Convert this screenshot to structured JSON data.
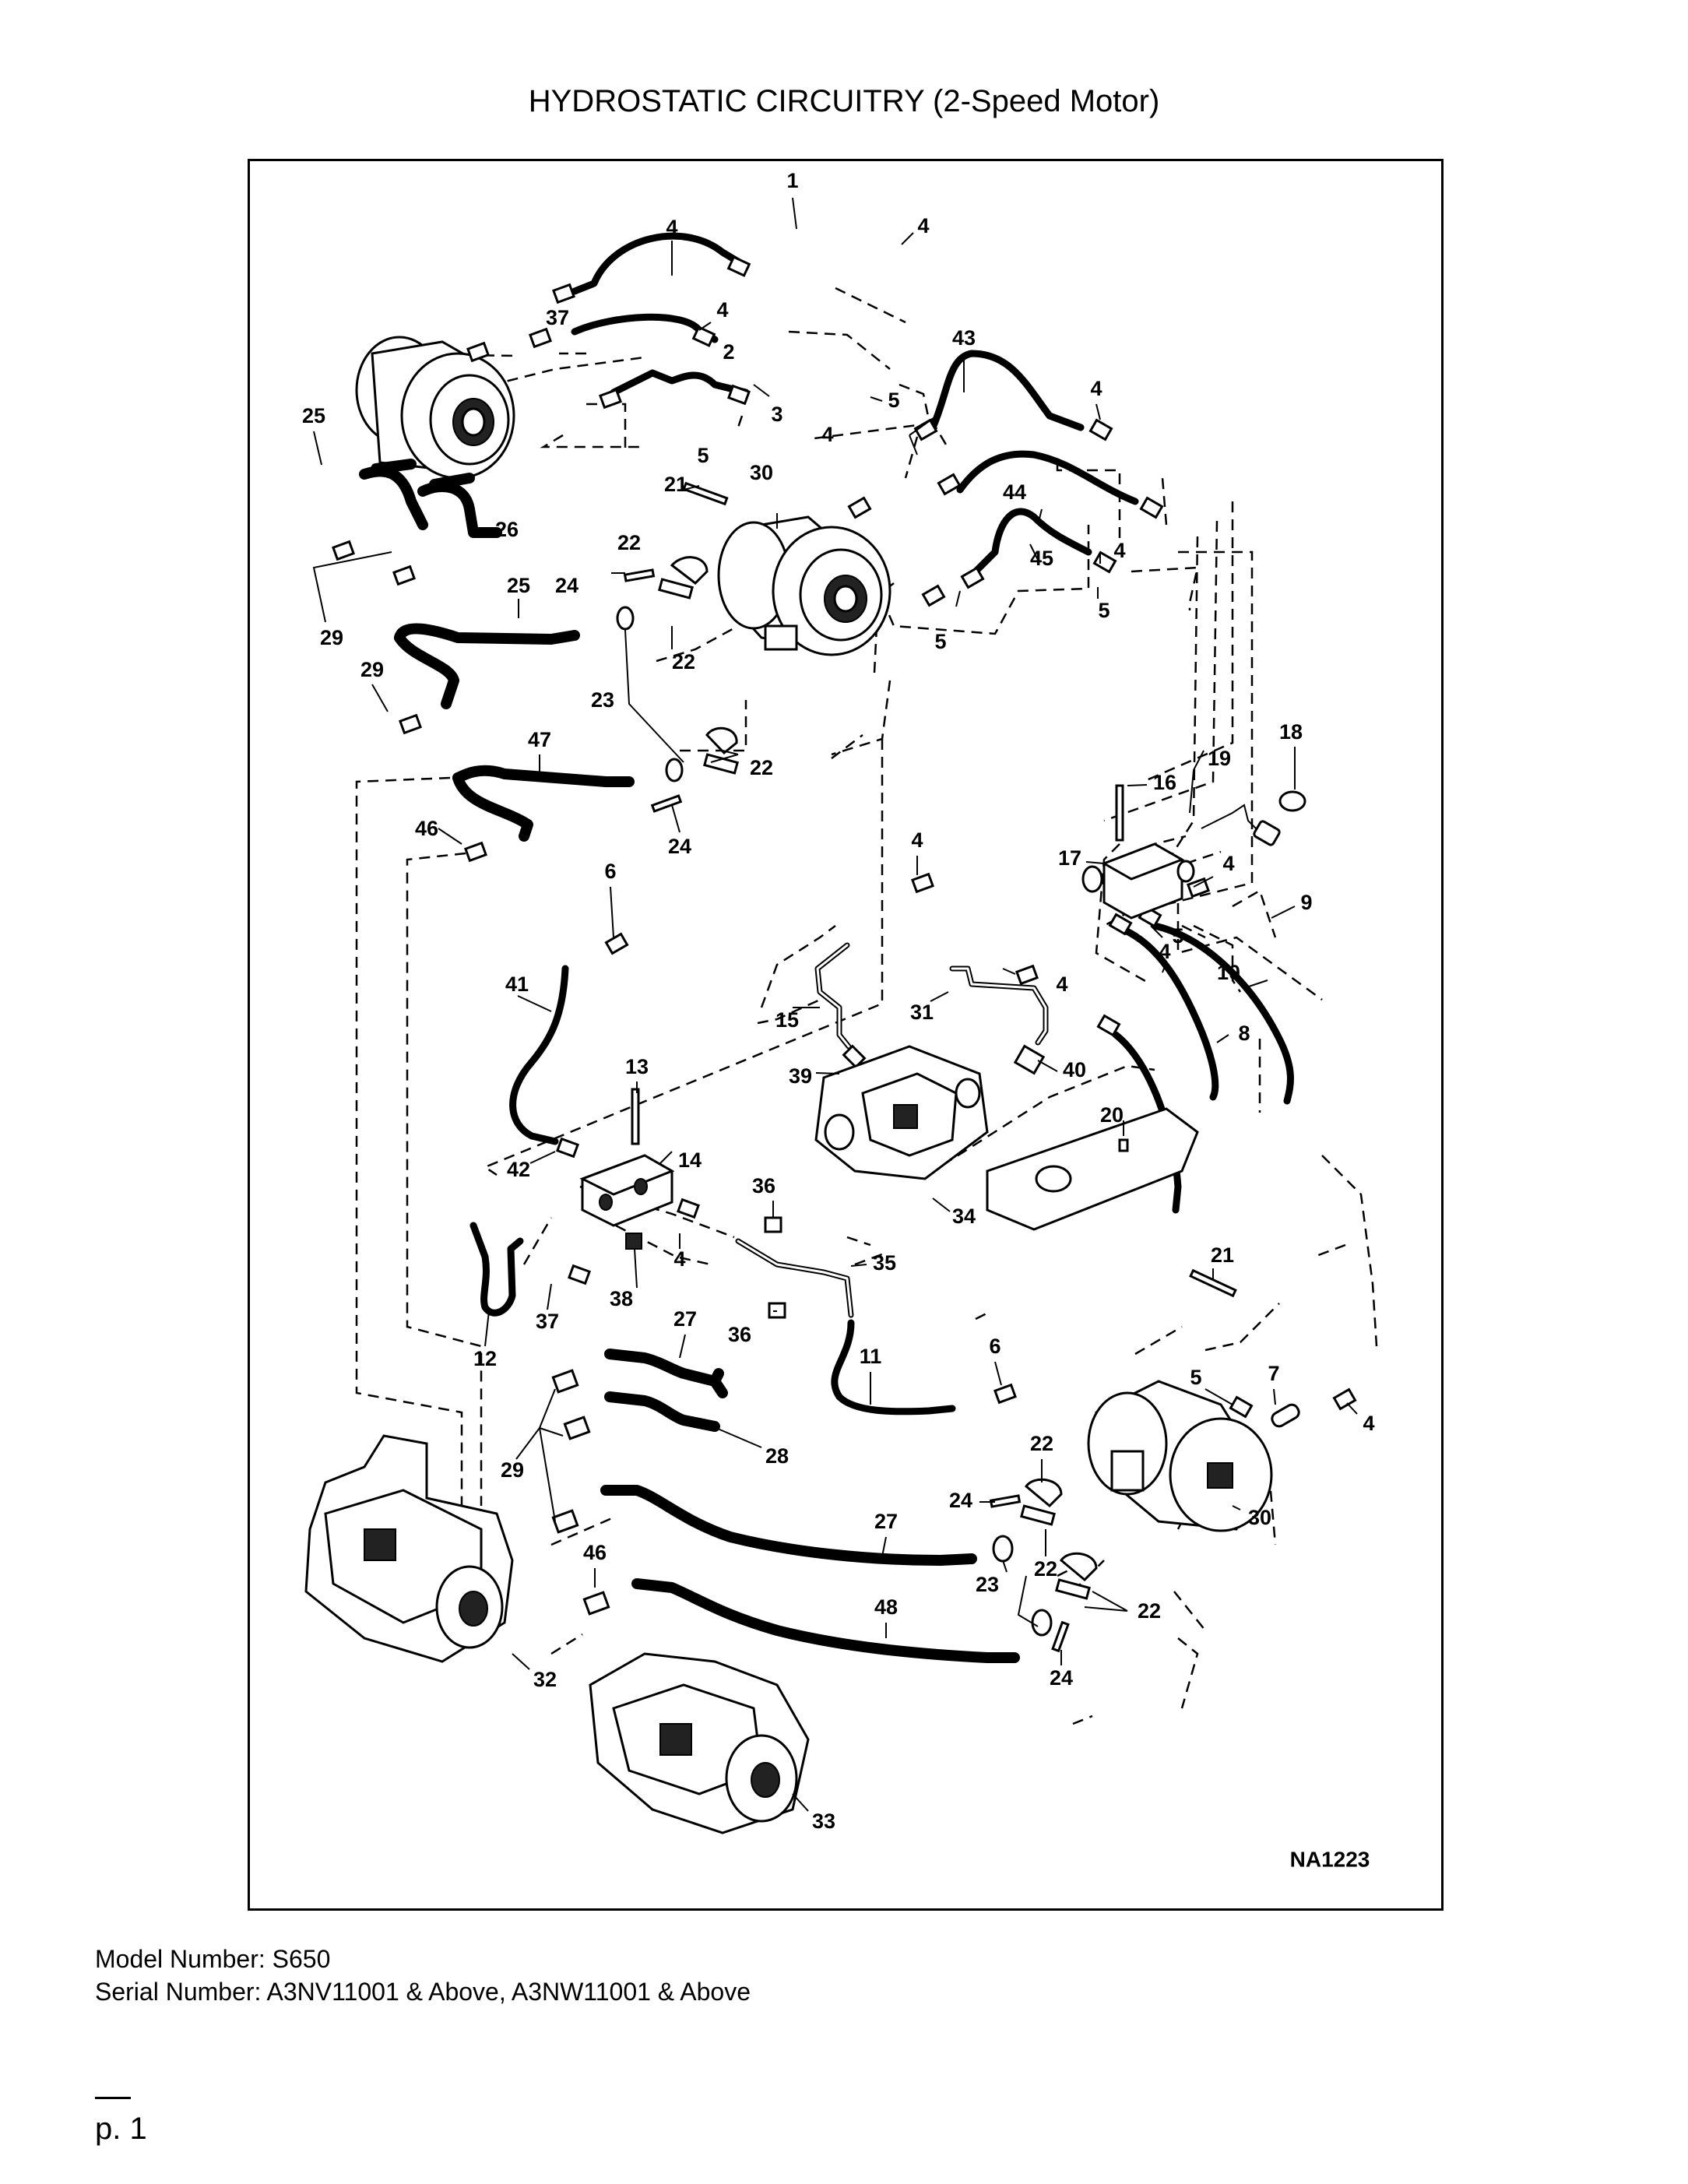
{
  "title": "HYDROSTATIC CIRCUITRY (2-Speed Motor)",
  "figure_code": "NA1223",
  "model_line": "Model Number: S650",
  "serial_line": "Serial Number: A3NV11001 & Above, A3NW11001 & Above",
  "page_label": "p. 1",
  "callouts": [
    {
      "id": "c1",
      "text": "1"
    },
    {
      "id": "c4a",
      "text": "4"
    },
    {
      "id": "c4b",
      "text": "4"
    },
    {
      "id": "c37a",
      "text": "37"
    },
    {
      "id": "c2",
      "text": "2"
    },
    {
      "id": "c4c",
      "text": "4"
    },
    {
      "id": "c43",
      "text": "43"
    },
    {
      "id": "c3",
      "text": "3"
    },
    {
      "id": "c5a",
      "text": "5"
    },
    {
      "id": "c4d",
      "text": "4"
    },
    {
      "id": "c25a",
      "text": "25"
    },
    {
      "id": "c5b",
      "text": "5"
    },
    {
      "id": "c4e",
      "text": "4"
    },
    {
      "id": "c21a",
      "text": "21"
    },
    {
      "id": "c30a",
      "text": "30"
    },
    {
      "id": "c44",
      "text": "44"
    },
    {
      "id": "c26",
      "text": "26"
    },
    {
      "id": "c22a",
      "text": "22"
    },
    {
      "id": "c45",
      "text": "45"
    },
    {
      "id": "c4f",
      "text": "4"
    },
    {
      "id": "c24a",
      "text": "24"
    },
    {
      "id": "c25b",
      "text": "25"
    },
    {
      "id": "c5c",
      "text": "5"
    },
    {
      "id": "c29a",
      "text": "29"
    },
    {
      "id": "c5d",
      "text": "5"
    },
    {
      "id": "c22b",
      "text": "22"
    },
    {
      "id": "c29b",
      "text": "29"
    },
    {
      "id": "c23a",
      "text": "23"
    },
    {
      "id": "c47",
      "text": "47"
    },
    {
      "id": "c22c",
      "text": "22"
    },
    {
      "id": "c19",
      "text": "19"
    },
    {
      "id": "c18",
      "text": "18"
    },
    {
      "id": "c16",
      "text": "16"
    },
    {
      "id": "c46a",
      "text": "46"
    },
    {
      "id": "c24b",
      "text": "24"
    },
    {
      "id": "c4g",
      "text": "4"
    },
    {
      "id": "c17",
      "text": "17"
    },
    {
      "id": "c4h",
      "text": "4"
    },
    {
      "id": "c6a",
      "text": "6"
    },
    {
      "id": "c9",
      "text": "9"
    },
    {
      "id": "c5e",
      "text": "5"
    },
    {
      "id": "c4i",
      "text": "4"
    },
    {
      "id": "c41",
      "text": "41"
    },
    {
      "id": "c4j",
      "text": "4"
    },
    {
      "id": "c10",
      "text": "10"
    },
    {
      "id": "c15",
      "text": "15"
    },
    {
      "id": "c31",
      "text": "31"
    },
    {
      "id": "c8",
      "text": "8"
    },
    {
      "id": "c13",
      "text": "13"
    },
    {
      "id": "c39",
      "text": "39"
    },
    {
      "id": "c40",
      "text": "40"
    },
    {
      "id": "c20",
      "text": "20"
    },
    {
      "id": "c42",
      "text": "42"
    },
    {
      "id": "c14",
      "text": "14"
    },
    {
      "id": "c36a",
      "text": "36"
    },
    {
      "id": "c34",
      "text": "34"
    },
    {
      "id": "c4k",
      "text": "4"
    },
    {
      "id": "c35",
      "text": "35"
    },
    {
      "id": "c38",
      "text": "38"
    },
    {
      "id": "c21b",
      "text": "21"
    },
    {
      "id": "c37b",
      "text": "37"
    },
    {
      "id": "c36b",
      "text": "36"
    },
    {
      "id": "c12",
      "text": "12"
    },
    {
      "id": "c27a",
      "text": "27"
    },
    {
      "id": "c11",
      "text": "11"
    },
    {
      "id": "c6b",
      "text": "6"
    },
    {
      "id": "c5f",
      "text": "5"
    },
    {
      "id": "c7",
      "text": "7"
    },
    {
      "id": "c4l",
      "text": "4"
    },
    {
      "id": "c22d",
      "text": "22"
    },
    {
      "id": "c28",
      "text": "28"
    },
    {
      "id": "c29c",
      "text": "29"
    },
    {
      "id": "c24c",
      "text": "24"
    },
    {
      "id": "c30b",
      "text": "30"
    },
    {
      "id": "c27b",
      "text": "27"
    },
    {
      "id": "c22e",
      "text": "22"
    },
    {
      "id": "c46b",
      "text": "46"
    },
    {
      "id": "c23b",
      "text": "23"
    },
    {
      "id": "c22f",
      "text": "22"
    },
    {
      "id": "c48",
      "text": "48"
    },
    {
      "id": "c24d",
      "text": "24"
    },
    {
      "id": "c32",
      "text": "32"
    },
    {
      "id": "c33",
      "text": "33"
    }
  ]
}
